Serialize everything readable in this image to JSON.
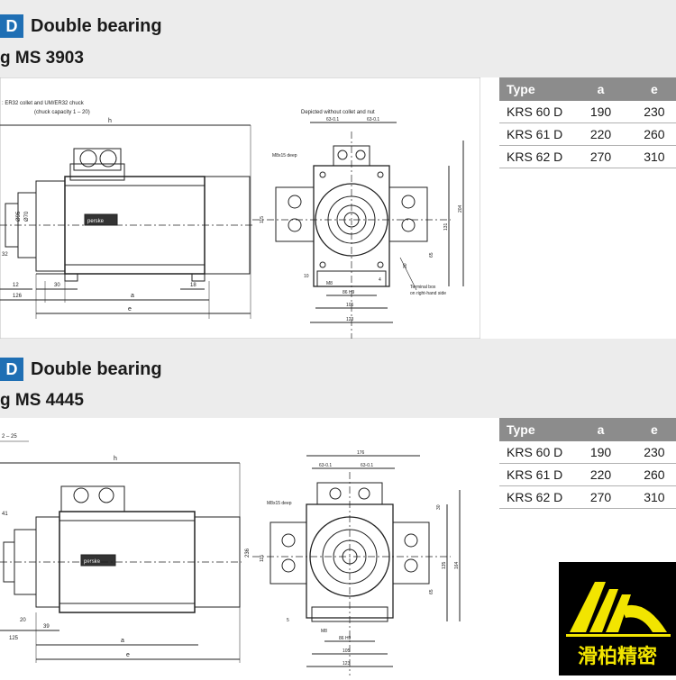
{
  "section1": {
    "badge": "D",
    "title": "Double bearing",
    "subtitle": "g MS 3903",
    "drawing": {
      "note_collet": ": ER32 collet and UM/ER32 chuck",
      "note_capacity": "(chuck capacity 1 – 20)",
      "note_depicted": "Depicted without collet and nut",
      "note_thread": "M8x15 deep",
      "note_terminal_1": "Terminal box",
      "note_terminal_2": "on right-hand side",
      "brand": "perske",
      "dims": {
        "h": "h",
        "a": "a",
        "e": "e",
        "d126": "126",
        "d30": "30",
        "d18": "18",
        "d12": "12",
        "d32": "32",
        "d63a": "63-0.1",
        "d63b": "63-0.1",
        "d115": "115",
        "d131": "131",
        "d204": "204",
        "d30b": "30",
        "d65": "65",
        "m8": "M8",
        "d86": "86 H9",
        "d105": "105",
        "d123": "123",
        "d4": "4",
        "d10": "10",
        "d95": "Ø95",
        "d70": "Ø70"
      }
    }
  },
  "section2": {
    "badge": "D",
    "title": "Double bearing",
    "subtitle": "g MS 4445",
    "drawing": {
      "note_capacity": "2 – 25",
      "note_thread": "M8x15 deep",
      "brand": "perske",
      "dims": {
        "h": "h",
        "a": "a",
        "e": "e",
        "d176": "176",
        "d63a": "63-0.1",
        "d63b": "63-0.1",
        "d41": "41",
        "d125": "125",
        "d39": "39",
        "d20": "20",
        "d236": "236",
        "d115": "115",
        "d135": "135",
        "d164": "164",
        "d30": "30",
        "d65": "65",
        "d5": "5",
        "m8": "M8",
        "d86": "86 H9",
        "d105": "105",
        "d123": "123"
      }
    }
  },
  "table1": {
    "headers": [
      "Type",
      "a",
      "e"
    ],
    "rows": [
      {
        "type": "KRS 60 D",
        "a": "190",
        "e": "230"
      },
      {
        "type": "KRS 61 D",
        "a": "220",
        "e": "260"
      },
      {
        "type": "KRS 62 D",
        "a": "270",
        "e": "310"
      }
    ]
  },
  "table2": {
    "headers": [
      "Type",
      "a",
      "e"
    ],
    "rows": [
      {
        "type": "KRS 60 D",
        "a": "190",
        "e": "230"
      },
      {
        "type": "KRS 61 D",
        "a": "220",
        "e": "260"
      },
      {
        "type": "KRS 62 D",
        "a": "270",
        "e": "310"
      }
    ]
  },
  "logo": {
    "text": "滑柏精密",
    "colors": {
      "background": "#000000",
      "mark": "#f2e500"
    }
  },
  "colors": {
    "badge": "#1f6fb4",
    "header_band": "#ececec",
    "table_header": "#8c8c8c"
  }
}
